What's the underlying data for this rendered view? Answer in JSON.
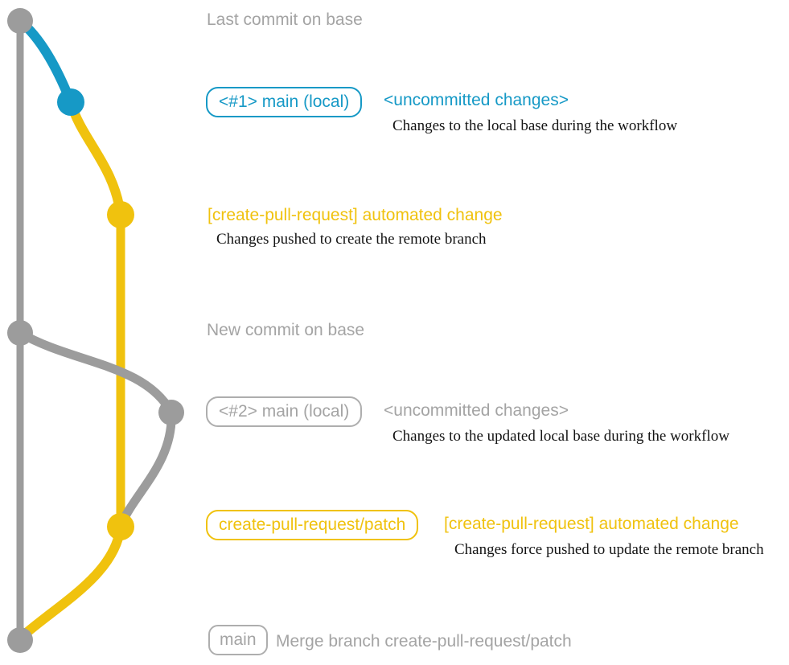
{
  "colors": {
    "blue": "#1699C6",
    "yellow": "#F0C20E",
    "gray-graph": "#9C9C9C",
    "gray-text": "#A4A4A4",
    "gray-border": "#AEAEAE",
    "ink": "#141414"
  },
  "rows": {
    "last_commit": {
      "heading": "Last commit on base"
    },
    "row1": {
      "badge": "<#1> main (local)",
      "label": "<uncommitted changes>",
      "caption": "Changes to the local base during the workflow"
    },
    "row2": {
      "label": "[create-pull-request] automated change",
      "caption": "Changes pushed to create the remote branch"
    },
    "new_commit": {
      "heading": "New commit on base"
    },
    "row3": {
      "badge": "<#2> main (local)",
      "label": "<uncommitted changes>",
      "caption": "Changes to the updated local base during the workflow"
    },
    "row4": {
      "badge": "create-pull-request/patch",
      "label": "[create-pull-request] automated change",
      "caption": "Changes force pushed to update the remote branch"
    },
    "row5": {
      "badge": "main",
      "label": "Merge branch create-pull-request/patch"
    }
  }
}
